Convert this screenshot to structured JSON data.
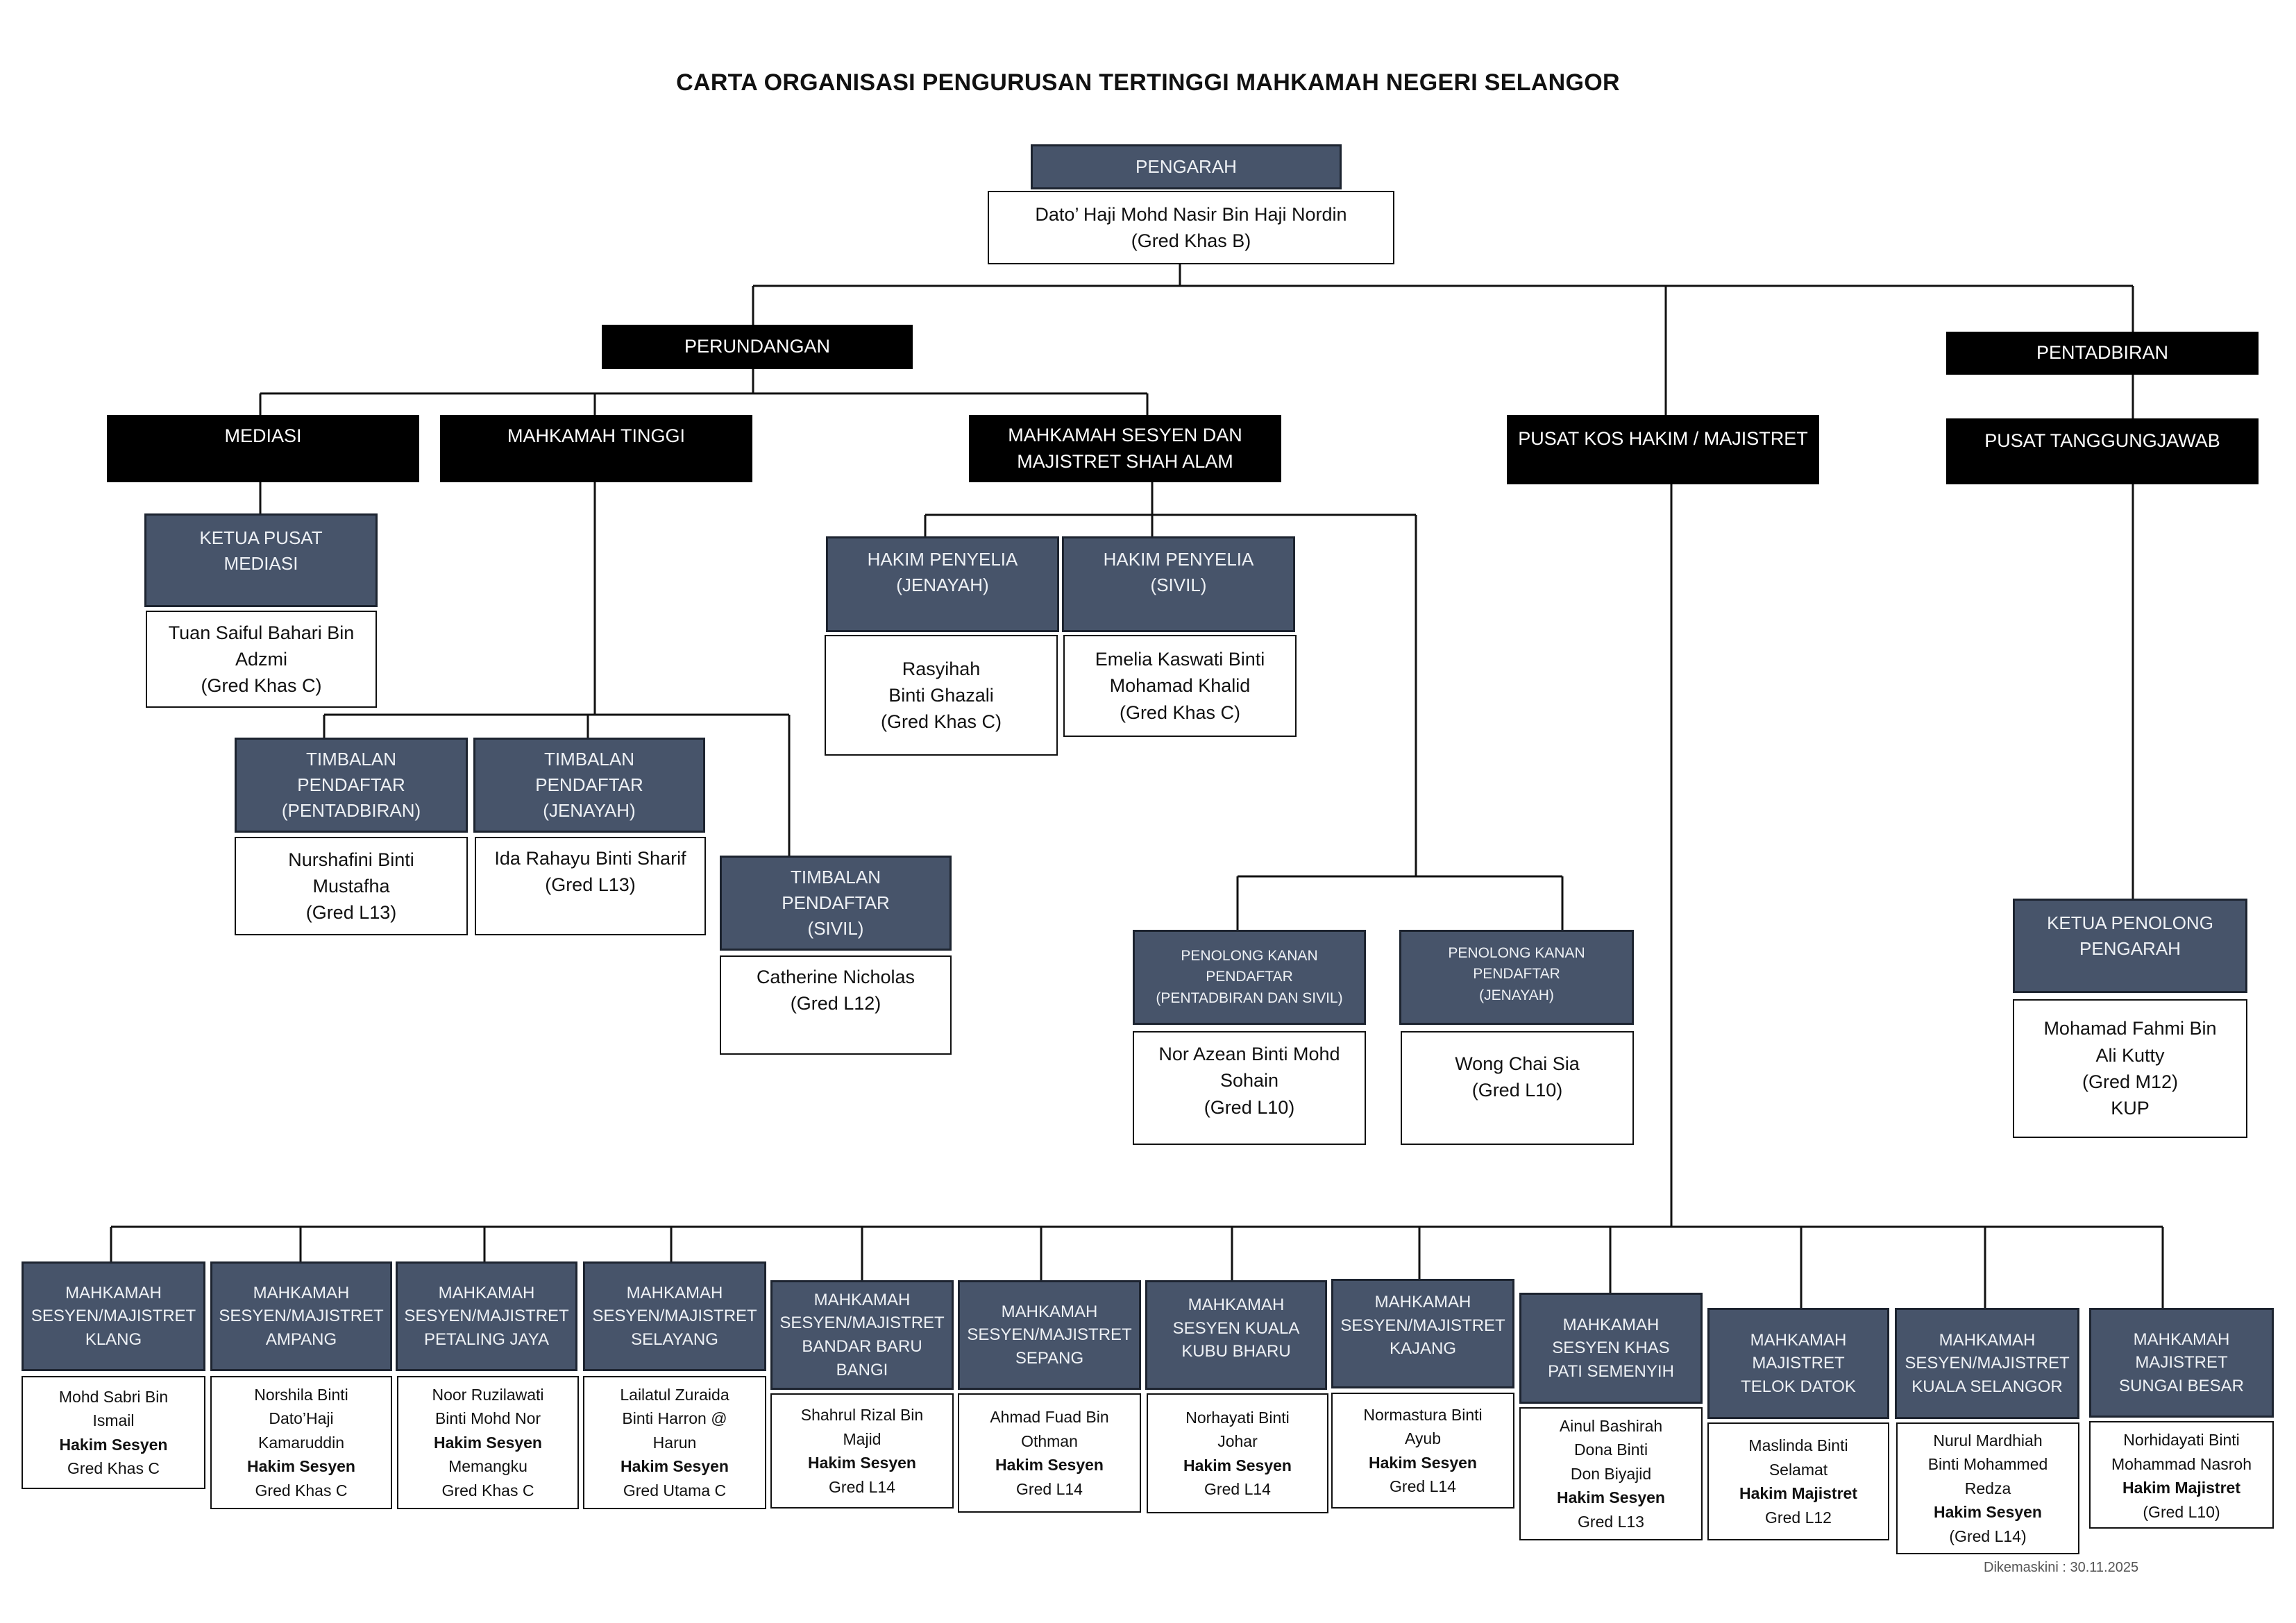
{
  "title": "CARTA ORGANISASI PENGURUSAN TERTINGGI MAHKAMAH NEGERI SELANGOR",
  "pengarah": {
    "label": "PENGARAH",
    "name": "Dato’ Haji Mohd Nasir Bin Haji Nordin\n(Gred Khas B)"
  },
  "perundangan": {
    "label": "PERUNDANGAN"
  },
  "pentadbiran": {
    "label": "PENTADBIRAN"
  },
  "mediasi": {
    "label": "MEDIASI",
    "ketua": "KETUA PUSAT\nMEDIASI",
    "name": "Tuan Saiful Bahari Bin\nAdzmi\n(Gred Khas C)"
  },
  "mahkamah_tinggi": {
    "label": "MAHKAMAH TINGGI",
    "tp_pentadbiran": {
      "label": "TIMBALAN\nPENDAFTAR\n(PENTADBIRAN)",
      "name": "Nurshafini Binti\nMustafha\n(Gred L13)"
    },
    "tp_jenayah": {
      "label": "TIMBALAN\nPENDAFTAR\n(JENAYAH)",
      "name": "Ida Rahayu Binti Sharif\n(Gred L13)"
    },
    "tp_sivil": {
      "label": "TIMBALAN\nPENDAFTAR\n(SIVIL)",
      "name": "Catherine Nicholas\n(Gred L12)"
    }
  },
  "mahkamah_sesyen": {
    "label": "MAHKAMAH SESYEN DAN\nMAJISTRET SHAH ALAM",
    "hp_jenayah": {
      "label": "HAKIM PENYELIA\n(JENAYAH)",
      "name": "Rasyihah\nBinti Ghazali\n(Gred Khas C)"
    },
    "hp_sivil": {
      "label": "HAKIM PENYELIA\n(SIVIL)",
      "name": "Emelia Kaswati Binti\nMohamad Khalid\n(Gred Khas C)"
    },
    "pkp_pentadbiran": {
      "label": "PENOLONG KANAN\nPENDAFTAR\n(PENTADBIRAN DAN SIVIL)",
      "name": "Nor Azean Binti Mohd\nSohain\n(Gred L10)"
    },
    "pkp_jenayah": {
      "label": "PENOLONG KANAN\nPENDAFTAR\n(JENAYAH)",
      "name": "Wong Chai Sia\n(Gred L10)"
    }
  },
  "pusat_kos": {
    "label": "PUSAT KOS HAKIM / MAJISTRET"
  },
  "pusat_tanggungjawab": {
    "label": "PUSAT  TANGGUNGJAWAB",
    "ketua": "KETUA PENOLONG\nPENGARAH",
    "name": "Mohamad Fahmi Bin\nAli Kutty\n(Gred M12)\nKUP"
  },
  "courts": [
    {
      "label": "MAHKAMAH\nSESYEN/MAJISTRET\nKLANG",
      "lines": [
        "Mohd Sabri Bin",
        "Ismail"
      ],
      "role": "Hakim Sesyen",
      "grade": "Gred Khas C"
    },
    {
      "label": "MAHKAMAH\nSESYEN/MAJISTRET\nAMPANG",
      "lines": [
        "Norshila Binti",
        "Dato’Haji",
        "Kamaruddin"
      ],
      "role": "Hakim Sesyen",
      "grade": "Gred Khas C"
    },
    {
      "label": "MAHKAMAH\nSESYEN/MAJISTRET\nPETALING JAYA",
      "lines": [
        "Noor Ruzilawati",
        "Binti Mohd Nor"
      ],
      "role": "Hakim Sesyen",
      "grade": "Memangku\nGred Khas C"
    },
    {
      "label": "MAHKAMAH\nSESYEN/MAJISTRET\nSELAYANG",
      "lines": [
        "Lailatul Zuraida",
        "Binti Harron @",
        "Harun"
      ],
      "role": "Hakim Sesyen",
      "grade": "Gred Utama C"
    },
    {
      "label": "MAHKAMAH\nSESYEN/MAJISTRET\nBANDAR BARU\nBANGI",
      "lines": [
        "Shahrul Rizal Bin",
        "Majid"
      ],
      "role": "Hakim Sesyen",
      "grade": "Gred L14"
    },
    {
      "label": "MAHKAMAH\nSESYEN/MAJISTRET\nSEPANG",
      "lines": [
        "Ahmad Fuad Bin",
        "Othman"
      ],
      "role": "Hakim Sesyen",
      "grade": "Gred L14"
    },
    {
      "label": "MAHKAMAH\nSESYEN KUALA\nKUBU BHARU",
      "lines": [
        "Norhayati Binti",
        "Johar"
      ],
      "role": "Hakim Sesyen",
      "grade": "Gred L14"
    },
    {
      "label": "MAHKAMAH\nSESYEN/MAJISTRET\nKAJANG",
      "lines": [
        "Normastura Binti",
        "Ayub"
      ],
      "role": "Hakim Sesyen",
      "grade": "Gred L14"
    },
    {
      "label": "MAHKAMAH\nSESYEN KHAS\nPATI SEMENYIH",
      "lines": [
        "Ainul Bashirah",
        "Dona Binti",
        "Don Biyajid"
      ],
      "role": "Hakim Sesyen",
      "grade": "Gred L13"
    },
    {
      "label": "MAHKAMAH\nMAJISTRET\nTELOK DATOK",
      "lines": [
        "Maslinda Binti",
        "Selamat"
      ],
      "role": "Hakim Majistret",
      "grade": "Gred L12"
    },
    {
      "label": "MAHKAMAH\nSESYEN/MAJISTRET\nKUALA SELANGOR",
      "lines": [
        "Nurul Mardhiah",
        "Binti Mohammed",
        "Redza"
      ],
      "role": "Hakim Sesyen",
      "grade": "(Gred L14)"
    },
    {
      "label": "MAHKAMAH\nMAJISTRET\nSUNGAI BESAR",
      "lines": [
        "Norhidayati Binti",
        "Mohammad Nasroh"
      ],
      "role": "Hakim Majistret",
      "grade": "(Gred L10)"
    }
  ],
  "footer": "Dikemaskini : 30.11.2025"
}
